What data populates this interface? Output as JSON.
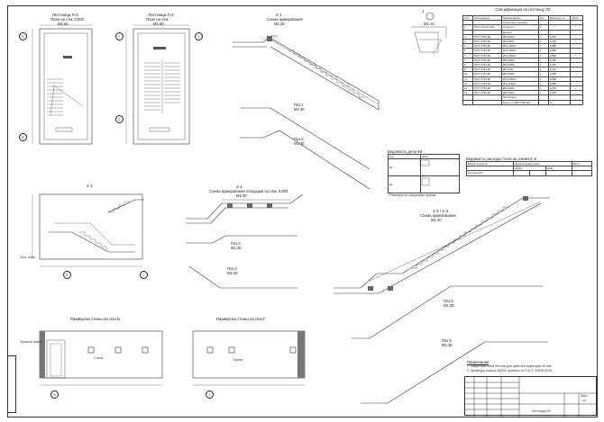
{
  "plans": {
    "plan_left_title": "Лестница Л-2",
    "plan_left_sub": "План на отм. 0,000",
    "plan_left_scale": "М1:50",
    "plan_right_title": "Лестница Л-2",
    "plan_right_sub": "План на отм.",
    "plan_right_scale": "М1:50"
  },
  "sections": {
    "s1_title": "1-1",
    "s1_sub": "Схема армирования",
    "s1_scale": "М1:30",
    "s2_title": "1-1",
    "s2_sub": "Схема армирования площадки на отм. 0,000",
    "s2_scale": "М1:30",
    "s3_title": "1-1 / 1-3",
    "s3_sub": "Схема армирования",
    "s3_scale": "М1:30",
    "left_section_title": "1-1",
    "unfold_b": "Развертка стены по оси Б",
    "unfold_g": "Развертка стены по оси Г",
    "detail_title": "1",
    "detail_scale": "М1:10"
  },
  "positions": {
    "p1": "Поз.1",
    "p1s": "М1:30",
    "p2": "Поз.2",
    "p2s": "М1:30",
    "p3": "Поз.3",
    "p3s": "М1:30",
    "p4": "Поз.4",
    "p4s": "М1:30",
    "p5": "Поз.5",
    "p5s": "М1:30",
    "p6": "Поз.6",
    "p6s": "М1:30"
  },
  "axes": [
    "Б",
    "В",
    "Г",
    "2",
    "1",
    "В",
    "Г",
    "Б",
    "1"
  ],
  "spec": {
    "title": "Спецификация на лестницу Л2",
    "head": [
      "Поз.",
      "Обозначение",
      "Наименование",
      "Кол.",
      "Масса ед., кг",
      "Прим."
    ],
    "rows": [
      [
        "",
        "",
        "Сборочные единицы",
        "",
        "",
        ""
      ],
      [
        "1",
        "ГОСТ 23279-2012",
        "Сетка С1",
        "1",
        "",
        ""
      ],
      [
        "",
        "",
        "Детали",
        "",
        "",
        ""
      ],
      [
        "2",
        "ГОСТ 5781-82",
        "Ø8 А500С",
        "1",
        "0,395",
        ""
      ],
      [
        "3",
        "ГОСТ 5781-82",
        "Ø8 А500С",
        "1",
        "0,395",
        ""
      ],
      [
        "4",
        "ГОСТ 5781-82",
        "Ø12 А500С",
        "1",
        "0,888",
        ""
      ],
      [
        "5",
        "ГОСТ 5781-82",
        "Ø12 А500С",
        "1",
        "0,888",
        ""
      ],
      [
        "6",
        "ГОСТ 5781-82",
        "Ø12 А500С",
        "1",
        "0,888",
        ""
      ],
      [
        "7",
        "ГОСТ 5781-82",
        "Ø8 А500С",
        "1",
        "0,395",
        ""
      ],
      [
        "8",
        "ГОСТ 5781-82",
        "Ø8 А500С",
        "1",
        "0,395",
        ""
      ],
      [
        "9",
        "ГОСТ 5781-82",
        "Ø6 А240",
        "1",
        "0,222",
        ""
      ],
      [
        "10",
        "ГОСТ 5781-82",
        "Ø8 А500С",
        "1",
        "0,395",
        ""
      ],
      [
        "11",
        "ГОСТ 5781-82",
        "Ø12 А500С",
        "1",
        "0,888",
        ""
      ],
      [
        "12",
        "ГОСТ 5781-82",
        "Ø12 А500С",
        "1",
        "0,888",
        ""
      ],
      [
        "13",
        "ГОСТ 5781-82",
        "Ø8 А500С",
        "1",
        "0,395",
        ""
      ],
      [
        "14",
        "ГОСТ 5781-82",
        "Ø8 А500С",
        "1",
        "0,395",
        ""
      ],
      [
        "",
        "",
        "Материалы",
        "",
        "",
        ""
      ],
      [
        "",
        "",
        "Бетон кл. В25 F150 W6",
        "",
        "м³",
        ""
      ]
    ]
  },
  "legend": {
    "title": "Ведомость деталей",
    "head": [
      "Поз.",
      "Эскиз"
    ],
    "rows": [
      [
        "Д1",
        ""
      ],
      [
        "Д2",
        ""
      ]
    ],
    "note": "* Размеры по наружным граням"
  },
  "tbl2": {
    "title": "Ведомость расхода стали на элемент, кг",
    "head": [
      "Марка элемента",
      "Изделия арматурные",
      "",
      "",
      "Всего"
    ],
    "sub": [
      "",
      "А500С",
      "",
      "А240",
      ""
    ],
    "rows": [
      [
        "Лестница Л2",
        "",
        "",
        "",
        ""
      ]
    ]
  },
  "notes": {
    "title": "Примечания",
    "n1": "1. Защитный слой бетона для рабочей арматуры 20 мм.",
    "n2": "2. Арматуру класса А500С принять по ГОСТ 34028-2016."
  },
  "labels": {
    "floor": "Отм. пола",
    "ground": "Уровень земли",
    "wall": "Стена",
    "opening": "Проем"
  },
  "stamp": {
    "sheet_label": "Лист",
    "sheet_num": "14",
    "name": "Лестница Л2"
  }
}
